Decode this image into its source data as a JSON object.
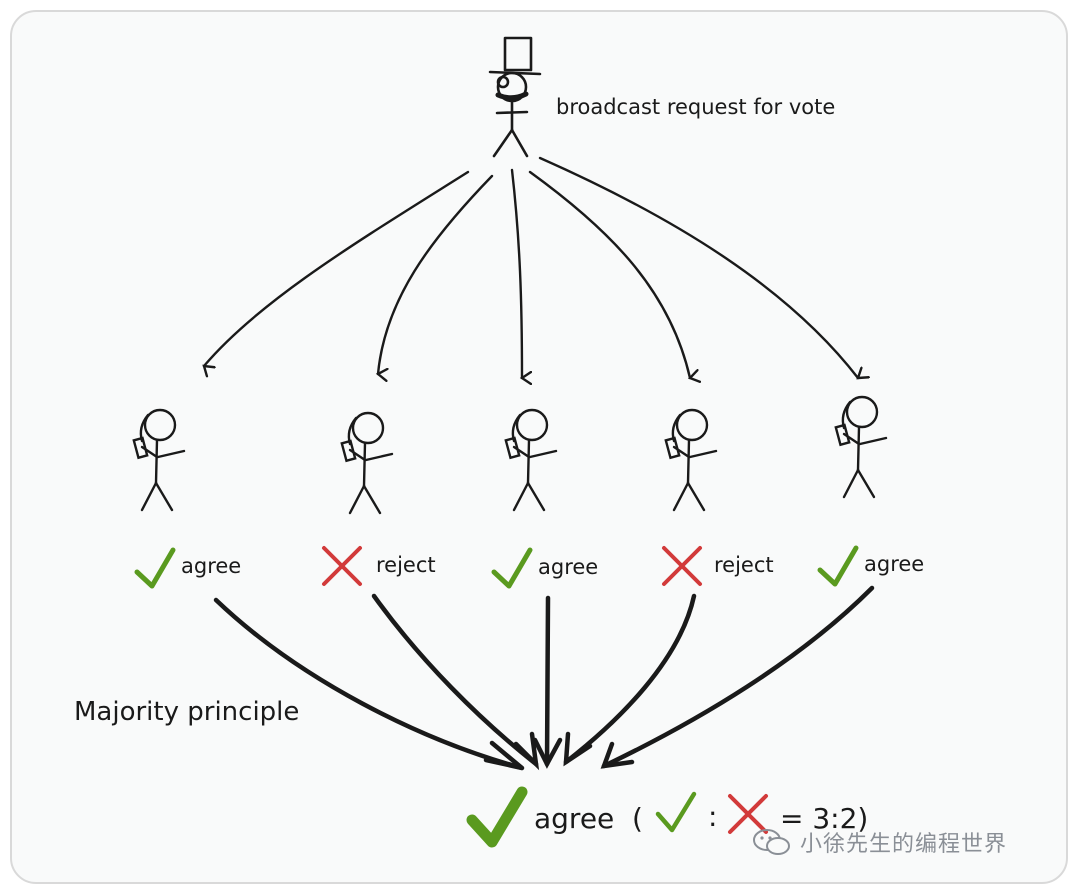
{
  "leader": {
    "caption": "broadcast request for vote"
  },
  "voters": [
    {
      "vote": "agree"
    },
    {
      "vote": "reject"
    },
    {
      "vote": "agree"
    },
    {
      "vote": "reject"
    },
    {
      "vote": "agree"
    }
  ],
  "principle": {
    "label": "Majority principle"
  },
  "result": {
    "word": "agree",
    "open_paren": "(",
    "colon": ":",
    "equals": "= 3:2)"
  },
  "watermark": {
    "text": "小徐先生的编程世界"
  },
  "colors": {
    "check": "#5a9a1f",
    "cross": "#d23a3a",
    "ink": "#1a1a1a",
    "frame": "#d9d9d9"
  }
}
